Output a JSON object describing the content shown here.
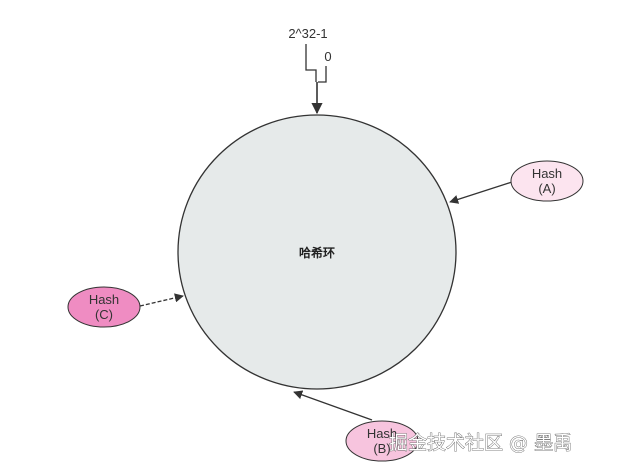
{
  "ring": {
    "label": "哈希环"
  },
  "marker": {
    "top_label": "2^32-1",
    "zero_label": "0"
  },
  "nodes": [
    {
      "id": "a",
      "line1": "Hash",
      "line2": "(A)",
      "fill": "#fce4ef"
    },
    {
      "id": "b",
      "line1": "Hash",
      "line2": "(B)",
      "fill": "#f7c4de"
    },
    {
      "id": "c",
      "line1": "Hash",
      "line2": "(C)",
      "fill": "#ef8cc2"
    }
  ],
  "colors": {
    "ring_fill": "#e6eaea",
    "ring_stroke": "#333333",
    "node_stroke": "#333333",
    "arrow": "#333333"
  },
  "watermark": {
    "text": "掘金技术社区 @ 墨禹"
  }
}
